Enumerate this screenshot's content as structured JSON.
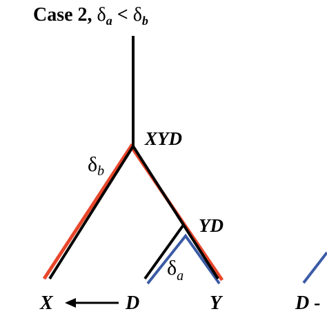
{
  "title": {
    "case_text": "Case 2, ",
    "delta_a_symbol": "δ",
    "delta_a_subscript": "a",
    "less_than": " < ",
    "delta_b_symbol": "δ",
    "delta_b_subscript": "b"
  },
  "nodes": {
    "root": "XYD",
    "internal": "YD",
    "leaf_x": "X",
    "leaf_d": "D",
    "leaf_y": "Y",
    "right_partial_leaf": "D -"
  },
  "annotations": {
    "delta_b_symbol": "δ",
    "delta_b_subscript": "b",
    "delta_a_symbol": "δ",
    "delta_a_subscript": "a"
  },
  "colors": {
    "tree_branch": "#000000",
    "delta_b_path": "#e8472c",
    "delta_a_path": "#3b5ba6",
    "arrow": "#000000"
  }
}
